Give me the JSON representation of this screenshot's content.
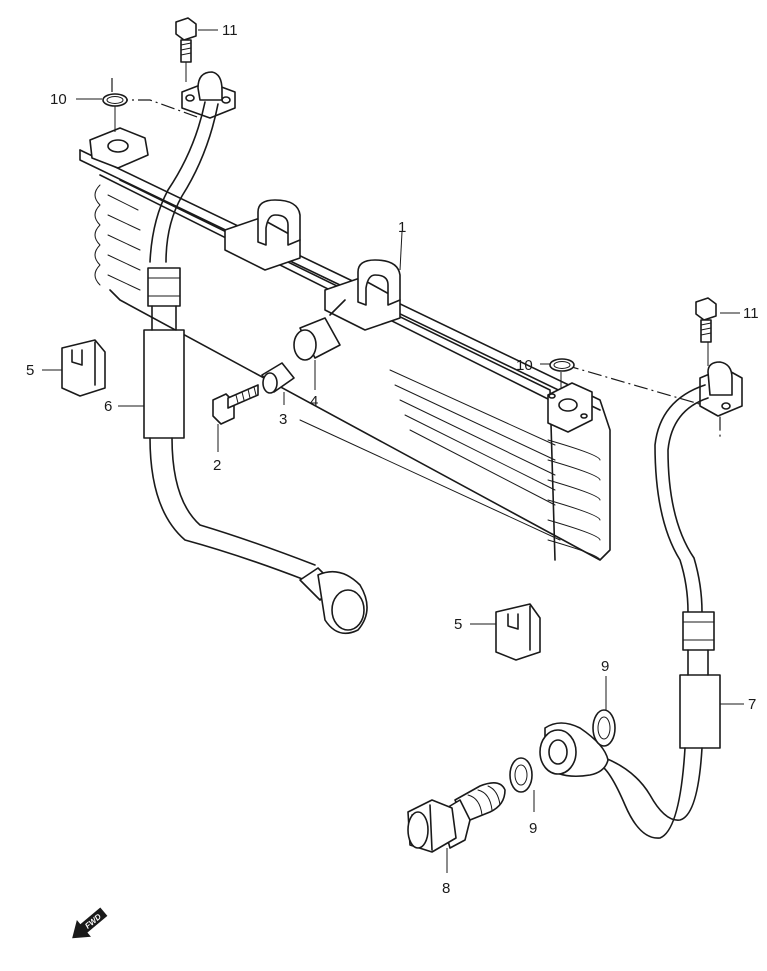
{
  "callouts": {
    "c1": "1",
    "c2": "2",
    "c3": "3",
    "c4": "4",
    "c5a": "5",
    "c5b": "5",
    "c6": "6",
    "c7": "7",
    "c8": "8",
    "c9a": "9",
    "c9b": "9",
    "c10a": "10",
    "c10b": "10",
    "c11a": "11",
    "c11b": "11"
  },
  "fwd_label": "FWD",
  "colors": {
    "line": "#1a1a1a",
    "background": "#ffffff"
  }
}
